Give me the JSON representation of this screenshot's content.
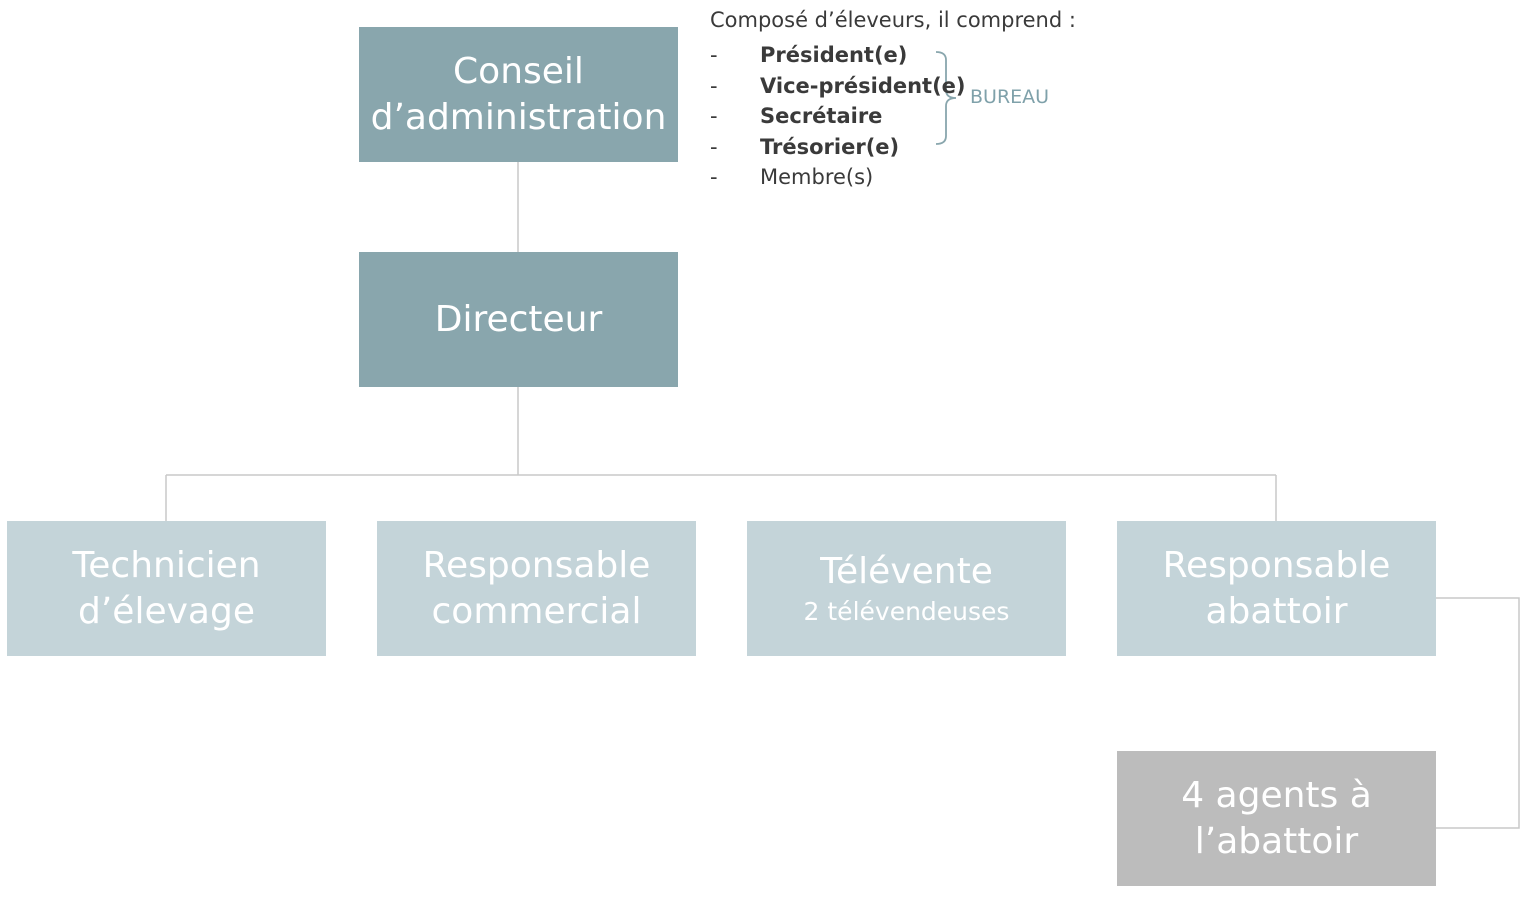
{
  "board": {
    "line1": "Conseil",
    "line2": "d’administration"
  },
  "director": {
    "label": "Directeur"
  },
  "composition": {
    "intro": "Composé d’éleveurs, il comprend :",
    "dash": "-",
    "members": [
      "Président(e)",
      "Vice-président(e)",
      "Secrétaire",
      "Trésorier(e)",
      "Membre(s)"
    ],
    "bureau_label": "BUREAU"
  },
  "staff": {
    "technicien": {
      "line1": "Technicien",
      "line2": "d’élevage"
    },
    "commercial": {
      "line1": "Responsable",
      "line2": "commercial"
    },
    "televente": {
      "line1": "Télévente",
      "line2": "2 télévendeuses"
    },
    "abattoir": {
      "line1": "Responsable",
      "line2": "abattoir"
    },
    "agents": {
      "line1": "4 agents à",
      "line2": "l’abattoir"
    }
  },
  "colors": {
    "top_box": "#89a6ad",
    "staff_box": "#c4d4d9",
    "agents_box": "#bcbcbc",
    "connector": "#c8c8c8",
    "bureau_accent": "#7fa1aa"
  }
}
